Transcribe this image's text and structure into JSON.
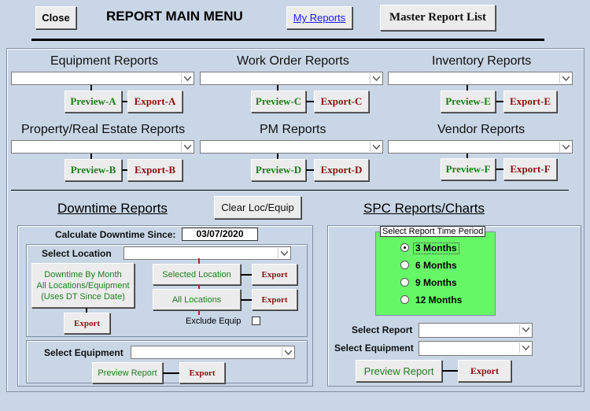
{
  "header": {
    "close_label": "Close",
    "title": "REPORT MAIN MENU",
    "my_reports_label": "My Reports",
    "master_list_label": "Master Report List"
  },
  "groups": {
    "equipment": {
      "title": "Equipment Reports",
      "preview": "Preview-A",
      "export": "Export-A"
    },
    "work_order": {
      "title": "Work Order Reports",
      "preview": "Preview-C",
      "export": "Export-C"
    },
    "inventory": {
      "title": "Inventory Reports",
      "preview": "Preview-E",
      "export": "Export-E"
    },
    "property": {
      "title": "Property/Real Estate  Reports",
      "preview": "Preview-B",
      "export": "Export-B"
    },
    "pm": {
      "title": "PM Reports",
      "preview": "Preview-D",
      "export": "Export-D"
    },
    "vendor": {
      "title": "Vendor Reports",
      "preview": "Preview-F",
      "export": "Export-F"
    }
  },
  "downtime": {
    "title": "Downtime Reports",
    "clear_label": "Clear Loc/Equip",
    "calc_label": "Calculate Downtime Since:",
    "since_date": "03/07/2020",
    "select_location_label": "Select Location",
    "by_month_line1": "Downtime By Month",
    "by_month_line2": "All Locations/Equipment",
    "by_month_line3": "(Uses DT Since Date)",
    "selected_location_label": "Selected Location",
    "all_locations_label": "All Locations",
    "export_label": "Export",
    "exclude_equip_label": "Exclude Equip",
    "select_equipment_label": "Select Equipment",
    "preview_report_label": "Preview Report"
  },
  "spc": {
    "title": "SPC Reports/Charts",
    "period_legend": "Select Report Time Period",
    "options": [
      "3 Months",
      "6 Months",
      "9 Months",
      "12 Months"
    ],
    "selected_option": "3 Months",
    "select_report_label": "Select Report",
    "select_equipment_label": "Select Equipment",
    "preview_label": "Preview Report",
    "export_label": "Export"
  },
  "colors": {
    "background": "#c9d6e6",
    "preview_text": "#1e7d1e",
    "export_text": "#8b1010",
    "period_panel": "#66f766"
  }
}
